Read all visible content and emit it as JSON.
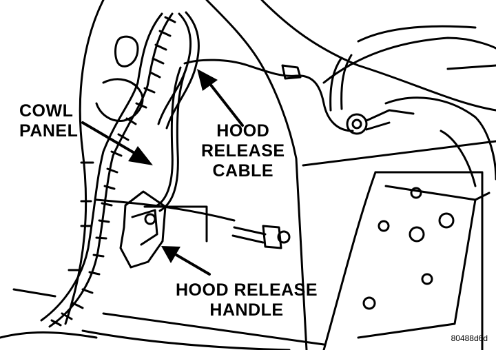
{
  "labels": {
    "cowl_panel": [
      "COWL",
      "PANEL"
    ],
    "hood_release_cable": [
      "HOOD",
      "RELEASE",
      "CABLE"
    ],
    "hood_release_handle": [
      "HOOD RELEASE",
      "HANDLE"
    ]
  },
  "figure_code": "80488d6d",
  "colors": {
    "ink": "#000000",
    "paper": "#ffffff"
  }
}
